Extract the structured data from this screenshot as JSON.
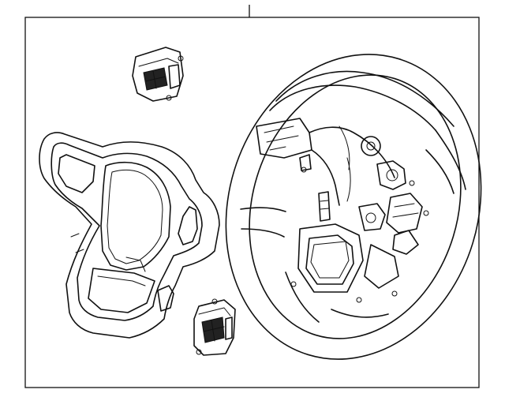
{
  "diagram": {
    "title": "",
    "parts": [
      {
        "id": "steering-wheel",
        "callout": ""
      },
      {
        "id": "airbag-trim-cover",
        "callout": ""
      },
      {
        "id": "switch-upper",
        "callout": ""
      },
      {
        "id": "switch-lower",
        "callout": ""
      }
    ],
    "colors": {
      "line": "#111111",
      "background": "#ffffff"
    }
  }
}
